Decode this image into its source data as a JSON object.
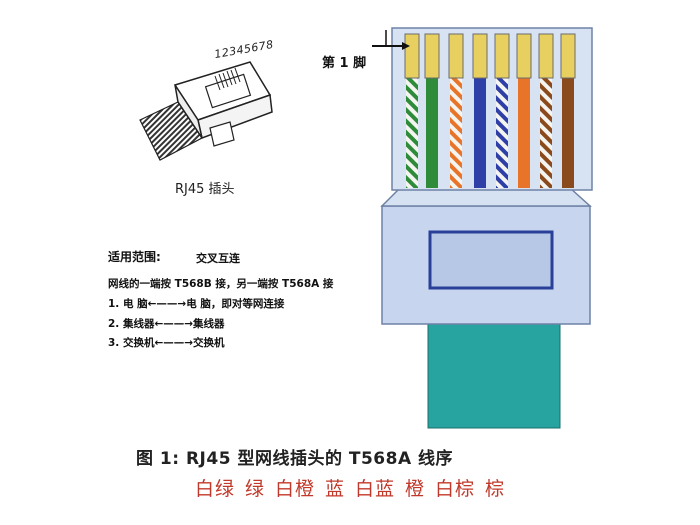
{
  "small_plug": {
    "pin_numbers": "12345678",
    "label": "RJ45 插头"
  },
  "scope": {
    "title": "适用范围:",
    "subtitle": "交叉互连",
    "line1": "网线的一端按 T568B 接，另一端按 T568A 接",
    "line2": "1.  电    脑←——→电    脑，即对等网连接",
    "line3": "2.  集线器←——→集线器",
    "line4": "3.  交换机←——→交换机"
  },
  "connector": {
    "pin1_label": "第 1 脚"
  },
  "caption": "图 1:  RJ45 型网线插头的 T568A 线序",
  "wire_order": [
    "白绿",
    "绿",
    "白橙",
    "蓝",
    "白蓝",
    "橙",
    "白棕",
    "棕"
  ],
  "colors": {
    "wire_white": "#f4f4f0",
    "green": "#2e8b3a",
    "orange": "#e8742a",
    "blue": "#2f3fa8",
    "brown": "#8b4a1c",
    "gold": "#e8d060",
    "body_blue": "#c7d6ee",
    "cable": "#27a3a0",
    "caption_red": "#c0392b"
  }
}
